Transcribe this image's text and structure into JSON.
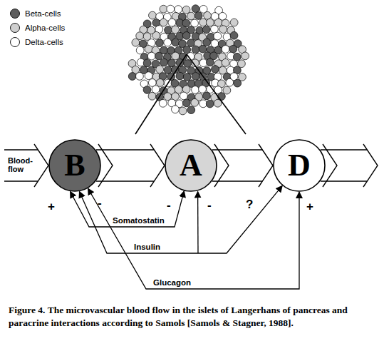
{
  "diagram": {
    "caption": "Figure 4. The microvascular blood flow in the islets of Langerhans of pancreas and paracrine interactions according to Samols [Samols & Stagner, 1988].",
    "nodes": [
      {
        "text": [
          "B"
        ]
      },
      {
        "text": [
          "A"
        ]
      },
      {
        "text": [
          "D"
        ]
      }
    ],
    "edges": [
      {
        "from": 0,
        "to": 1,
        "arrow": "to"
      },
      {
        "from": 1,
        "to": 2,
        "arrow": "to"
      },
      {
        "from": 0,
        "to": 1,
        "label": "Somatostatin",
        "arrow": "both"
      },
      {
        "from": 0,
        "to": 2,
        "label": "Insulin",
        "arrow": "both"
      },
      {
        "from": 0,
        "to": 2,
        "label": "Glucagon",
        "arrow": "both"
      }
    ],
    "labels": [
      "Blood-flow",
      "+",
      "-",
      "-",
      "-",
      "?",
      "+"
    ],
    "legend": [
      {
        "text": "Beta-cells",
        "color": "#5e5e5e"
      },
      {
        "text": "Alpha-cells",
        "color": "#cfcfcf"
      },
      {
        "text": "Delta-cells",
        "color": "#ffffff"
      }
    ]
  }
}
